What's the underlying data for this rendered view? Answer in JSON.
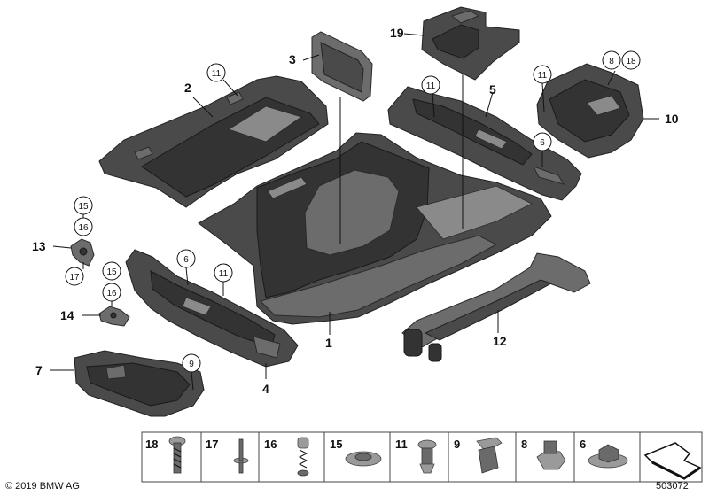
{
  "callouts": {
    "c1": "1",
    "c2": "2",
    "c3": "3",
    "c4": "4",
    "c5": "5",
    "c7": "7",
    "c10": "10",
    "c12": "12",
    "c13": "13",
    "c14": "14",
    "c19": "19"
  },
  "circled": {
    "c11a": "11",
    "c11b": "11",
    "c11c": "11",
    "c11d": "11",
    "c8": "8",
    "c18": "18",
    "c6a": "6",
    "c6b": "6",
    "c15a": "15",
    "c16a": "16",
    "c17a": "17",
    "c15b": "15",
    "c16b": "16",
    "c9": "9"
  },
  "legend": {
    "items": [
      "18",
      "17",
      "16",
      "15",
      "11",
      "9",
      "8",
      "6"
    ]
  },
  "footer": {
    "copyright": "© 2019 BMW AG",
    "diagram_number": "503072"
  }
}
